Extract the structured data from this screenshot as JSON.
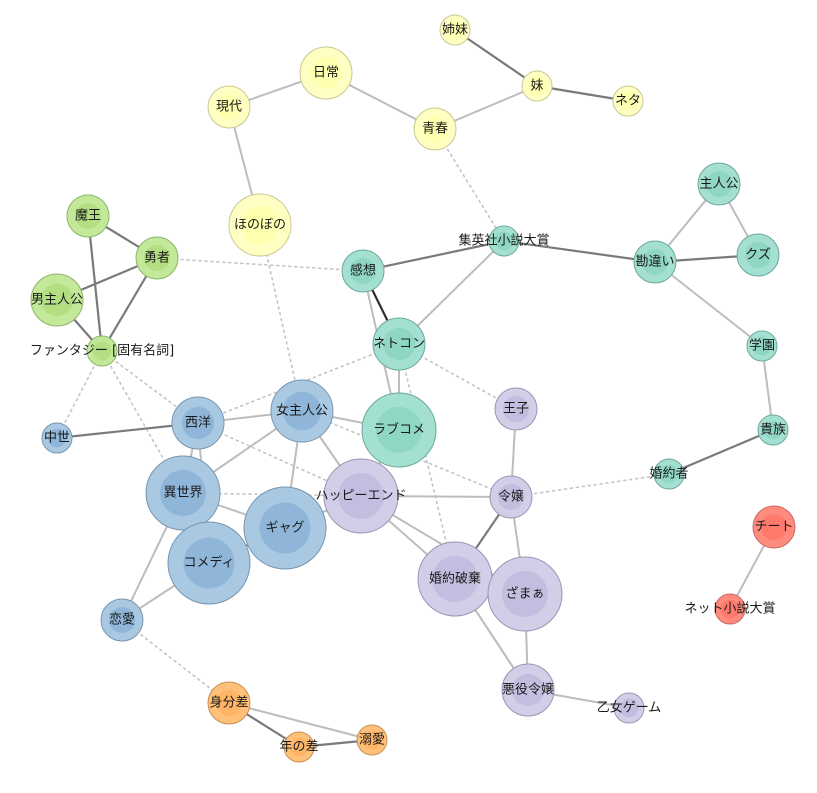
{
  "colors": {
    "yellow": {
      "fill": "#ffffc4",
      "inner": "#ffffb0",
      "stroke": "#c8c890"
    },
    "green": {
      "fill": "#c4e89a",
      "inner": "#b3df82",
      "stroke": "#8cb66a"
    },
    "teal": {
      "fill": "#a4e0d2",
      "inner": "#8fd6c4",
      "stroke": "#6fa89a"
    },
    "blue": {
      "fill": "#a9c8e2",
      "inner": "#8fb6d8",
      "stroke": "#7896b0"
    },
    "purple": {
      "fill": "#d3cde8",
      "inner": "#c4bde0",
      "stroke": "#9a94b6"
    },
    "orange": {
      "fill": "#ffc07a",
      "inner": "#ffb466",
      "stroke": "#c88f55"
    },
    "red": {
      "fill": "#ff8a7e",
      "inner": "#ff7a6c",
      "stroke": "#c86a62"
    }
  },
  "nodes": [
    {
      "id": "shimai",
      "label": "姉妹",
      "group": "yellow",
      "size": "xs"
    },
    {
      "id": "nichijou",
      "label": "日常",
      "group": "yellow",
      "size": "m"
    },
    {
      "id": "imouto",
      "label": "妹",
      "group": "yellow",
      "size": "xs"
    },
    {
      "id": "gendai",
      "label": "現代",
      "group": "yellow",
      "size": "s"
    },
    {
      "id": "neta",
      "label": "ネタ",
      "group": "yellow",
      "size": "xs"
    },
    {
      "id": "seishun",
      "label": "青春",
      "group": "yellow",
      "size": "s"
    },
    {
      "id": "honobono",
      "label": "ほのぼの",
      "group": "yellow",
      "size": "l"
    },
    {
      "id": "maou",
      "label": "魔王",
      "group": "green",
      "size": "s"
    },
    {
      "id": "yuusha",
      "label": "勇者",
      "group": "green",
      "size": "s"
    },
    {
      "id": "otokoshujinkou",
      "label": "男主人公",
      "group": "green",
      "size": "m"
    },
    {
      "id": "fantasy",
      "label": "ファンタジー [固有名詞]",
      "group": "green",
      "size": "xs"
    },
    {
      "id": "shujinkou",
      "label": "主人公",
      "group": "teal",
      "size": "s"
    },
    {
      "id": "shueisha",
      "label": "集英社小説大賞",
      "group": "teal",
      "size": "xs"
    },
    {
      "id": "kansou",
      "label": "感想",
      "group": "teal",
      "size": "s"
    },
    {
      "id": "kanchigai",
      "label": "勘違い",
      "group": "teal",
      "size": "s"
    },
    {
      "id": "kuzu",
      "label": "クズ",
      "group": "teal",
      "size": "s"
    },
    {
      "id": "netcon",
      "label": "ネトコン",
      "group": "teal",
      "size": "m"
    },
    {
      "id": "gakuen",
      "label": "学園",
      "group": "teal",
      "size": "xs"
    },
    {
      "id": "romcom",
      "label": "ラブコメ",
      "group": "teal",
      "size": "xl"
    },
    {
      "id": "kizoku",
      "label": "貴族",
      "group": "teal",
      "size": "xs"
    },
    {
      "id": "konyakusha",
      "label": "婚約者",
      "group": "teal",
      "size": "xs"
    },
    {
      "id": "seiyou",
      "label": "西洋",
      "group": "blue",
      "size": "m"
    },
    {
      "id": "onnashujinkou",
      "label": "女主人公",
      "group": "blue",
      "size": "l"
    },
    {
      "id": "chuusei",
      "label": "中世",
      "group": "blue",
      "size": "xs"
    },
    {
      "id": "isekai",
      "label": "異世界",
      "group": "blue",
      "size": "xl"
    },
    {
      "id": "gag",
      "label": "ギャグ",
      "group": "blue",
      "size": "xxl"
    },
    {
      "id": "comedy",
      "label": "コメディ",
      "group": "blue",
      "size": "xxl"
    },
    {
      "id": "renai",
      "label": "恋愛",
      "group": "blue",
      "size": "s"
    },
    {
      "id": "ouji",
      "label": "王子",
      "group": "purple",
      "size": "s"
    },
    {
      "id": "happyend",
      "label": "ハッピーエンド",
      "group": "purple",
      "size": "xl"
    },
    {
      "id": "reijou",
      "label": "令嬢",
      "group": "purple",
      "size": "s"
    },
    {
      "id": "konyakuhaki",
      "label": "婚約破棄",
      "group": "purple",
      "size": "xl"
    },
    {
      "id": "zamaa",
      "label": "ざまぁ",
      "group": "purple",
      "size": "xl"
    },
    {
      "id": "akuyakureijou",
      "label": "悪役令嬢",
      "group": "purple",
      "size": "m"
    },
    {
      "id": "otomegame",
      "label": "乙女ゲーム",
      "group": "purple",
      "size": "xs"
    },
    {
      "id": "cheat",
      "label": "チート",
      "group": "red",
      "size": "s"
    },
    {
      "id": "netnovel",
      "label": "ネット小説大賞",
      "group": "red",
      "size": "xs"
    },
    {
      "id": "mibunsa",
      "label": "身分差",
      "group": "orange",
      "size": "s"
    },
    {
      "id": "dekiai",
      "label": "溺愛",
      "group": "orange",
      "size": "xs"
    },
    {
      "id": "toshinosa",
      "label": "年の差",
      "group": "orange",
      "size": "xs"
    }
  ],
  "edges": [
    [
      "shimai",
      "imouto",
      "dark"
    ],
    [
      "imouto",
      "neta",
      "dark"
    ],
    [
      "imouto",
      "seishun",
      "solid"
    ],
    [
      "seishun",
      "nichijou",
      "solid"
    ],
    [
      "nichijou",
      "gendai",
      "solid"
    ],
    [
      "gendai",
      "honobono",
      "solid"
    ],
    [
      "seishun",
      "shueisha",
      "dotted"
    ],
    [
      "maou",
      "yuusha",
      "dark"
    ],
    [
      "maou",
      "fantasy",
      "dark"
    ],
    [
      "yuusha",
      "otokoshujinkou",
      "dark"
    ],
    [
      "otokoshujinkou",
      "fantasy",
      "dark"
    ],
    [
      "yuusha",
      "fantasy",
      "dark"
    ],
    [
      "yuusha",
      "kansou",
      "dotted"
    ],
    [
      "fantasy",
      "chuusei",
      "dotted"
    ],
    [
      "fantasy",
      "seiyou",
      "dotted"
    ],
    [
      "fantasy",
      "isekai",
      "dotted"
    ],
    [
      "shujinkou",
      "kanchigai",
      "solid"
    ],
    [
      "shujinkou",
      "kuzu",
      "solid"
    ],
    [
      "kanchigai",
      "kuzu",
      "dark"
    ],
    [
      "kanchigai",
      "shueisha",
      "dark"
    ],
    [
      "shueisha",
      "kansou",
      "dark"
    ],
    [
      "shueisha",
      "netcon",
      "solid"
    ],
    [
      "kanchigai",
      "gakuen",
      "solid"
    ],
    [
      "gakuen",
      "kizoku",
      "solid"
    ],
    [
      "kizoku",
      "konyakusha",
      "dark"
    ],
    [
      "kansou",
      "netcon",
      "black"
    ],
    [
      "kansou",
      "romcom",
      "solid"
    ],
    [
      "netcon",
      "romcom",
      "solid"
    ],
    [
      "netcon",
      "seiyou",
      "dotted"
    ],
    [
      "netcon",
      "ouji",
      "dotted"
    ],
    [
      "netcon",
      "konyakuhaki",
      "dotted"
    ],
    [
      "honobono",
      "onnashujinkou",
      "dotted"
    ],
    [
      "chuusei",
      "seiyou",
      "dark"
    ],
    [
      "seiyou",
      "onnashujinkou",
      "solid"
    ],
    [
      "seiyou",
      "isekai",
      "solid"
    ],
    [
      "seiyou",
      "comedy",
      "solid"
    ],
    [
      "seiyou",
      "happyend",
      "dotted"
    ],
    [
      "onnashujinkou",
      "gag",
      "solid"
    ],
    [
      "onnashujinkou",
      "isekai",
      "solid"
    ],
    [
      "onnashujinkou",
      "happyend",
      "solid"
    ],
    [
      "onnashujinkou",
      "romcom",
      "solid"
    ],
    [
      "onnashujinkou",
      "reijou",
      "dotted"
    ],
    [
      "isekai",
      "gag",
      "solid"
    ],
    [
      "isekai",
      "comedy",
      "solid"
    ],
    [
      "isekai",
      "renai",
      "solid"
    ],
    [
      "isekai",
      "happyend",
      "dotted"
    ],
    [
      "gag",
      "comedy",
      "dark"
    ],
    [
      "gag",
      "happyend",
      "solid"
    ],
    [
      "comedy",
      "renai",
      "solid"
    ],
    [
      "renai",
      "mibunsa",
      "dotted"
    ],
    [
      "happyend",
      "reijou",
      "solid"
    ],
    [
      "happyend",
      "konyakuhaki",
      "solid"
    ],
    [
      "happyend",
      "zamaa",
      "solid"
    ],
    [
      "happyend",
      "romcom",
      "solid"
    ],
    [
      "reijou",
      "ouji",
      "solid"
    ],
    [
      "reijou",
      "konyakuhaki",
      "dark"
    ],
    [
      "reijou",
      "zamaa",
      "solid"
    ],
    [
      "reijou",
      "konyakusha",
      "dotted"
    ],
    [
      "konyakuhaki",
      "zamaa",
      "dark"
    ],
    [
      "konyakuhaki",
      "akuyakureijou",
      "solid"
    ],
    [
      "zamaa",
      "akuyakureijou",
      "solid"
    ],
    [
      "akuyakureijou",
      "otomegame",
      "solid"
    ],
    [
      "akuyakureijou",
      "konyakuhaki",
      "solid"
    ],
    [
      "cheat",
      "netnovel",
      "solid"
    ],
    [
      "mibunsa",
      "toshinosa",
      "dark"
    ],
    [
      "mibunsa",
      "dekiai",
      "solid"
    ],
    [
      "toshinosa",
      "dekiai",
      "dark"
    ]
  ]
}
